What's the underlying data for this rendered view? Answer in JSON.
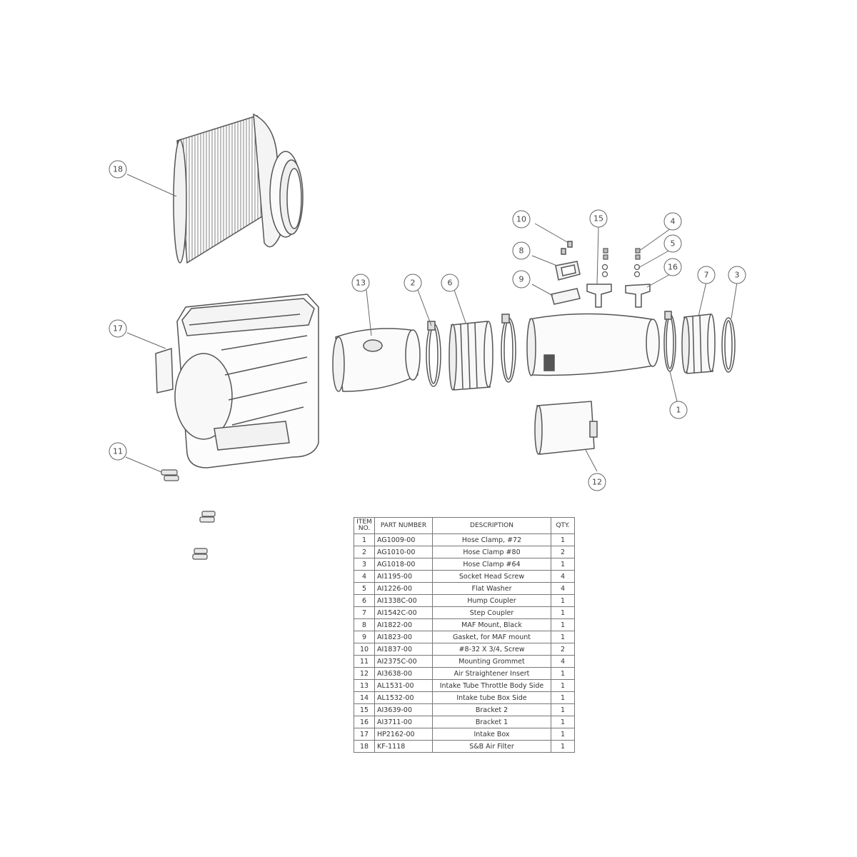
{
  "callouts": [
    "1",
    "2",
    "3",
    "4",
    "5",
    "6",
    "7",
    "8",
    "9",
    "10",
    "11",
    "12",
    "13",
    "15",
    "16",
    "17",
    "18"
  ],
  "table": {
    "headers": {
      "item_line1": "ITEM",
      "item_line2": "NO.",
      "part": "PART NUMBER",
      "desc": "DESCRIPTION",
      "qty": "QTY."
    },
    "rows": [
      {
        "item": "1",
        "part": "AG1009-00",
        "desc": "Hose Clamp, #72",
        "qty": "1"
      },
      {
        "item": "2",
        "part": "AG1010-00",
        "desc": "Hose Clamp #80",
        "qty": "2"
      },
      {
        "item": "3",
        "part": "AG1018-00",
        "desc": "Hose Clamp #64",
        "qty": "1"
      },
      {
        "item": "4",
        "part": "AI1195-00",
        "desc": "Socket Head Screw",
        "qty": "4"
      },
      {
        "item": "5",
        "part": "AI1226-00",
        "desc": "Flat Washer",
        "qty": "4"
      },
      {
        "item": "6",
        "part": "AI1338C-00",
        "desc": "Hump Coupler",
        "qty": "1"
      },
      {
        "item": "7",
        "part": "AI1542C-00",
        "desc": "Step Coupler",
        "qty": "1"
      },
      {
        "item": "8",
        "part": "AI1822-00",
        "desc": "MAF Mount, Black",
        "qty": "1"
      },
      {
        "item": "9",
        "part": "AI1823-00",
        "desc": "Gasket, for MAF mount",
        "qty": "1"
      },
      {
        "item": "10",
        "part": "AI1837-00",
        "desc": "#8-32 X 3/4, Screw",
        "qty": "2"
      },
      {
        "item": "11",
        "part": "AI2375C-00",
        "desc": "Mounting Grommet",
        "qty": "4"
      },
      {
        "item": "12",
        "part": "AI3638-00",
        "desc": "Air Straightener Insert",
        "qty": "1"
      },
      {
        "item": "13",
        "part": "AL1531-00",
        "desc": "Intake Tube  Throttle Body Side",
        "qty": "1"
      },
      {
        "item": "14",
        "part": "AL1532-00",
        "desc": "Intake tube Box Side",
        "qty": "1"
      },
      {
        "item": "15",
        "part": "AI3639-00",
        "desc": "Bracket 2",
        "qty": "1"
      },
      {
        "item": "16",
        "part": "AI3711-00",
        "desc": "Bracket 1",
        "qty": "1"
      },
      {
        "item": "17",
        "part": "HP2162-00",
        "desc": "Intake Box",
        "qty": "1"
      },
      {
        "item": "18",
        "part": "KF-1118",
        "desc": "S&B Air Filter",
        "qty": "1"
      }
    ]
  }
}
